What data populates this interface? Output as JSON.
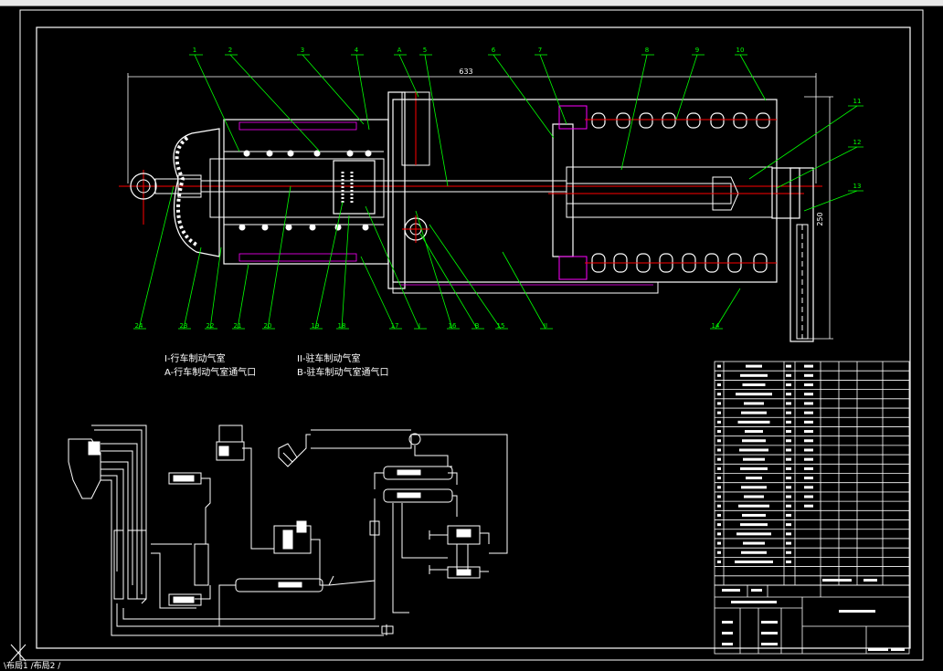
{
  "overall_dimension": "633",
  "height_dimension": "250",
  "part_numbers_top": [
    "1",
    "2",
    "3",
    "4",
    "A",
    "5",
    "6",
    "7",
    "8",
    "9",
    "10"
  ],
  "part_numbers_right": [
    "11",
    "12",
    "13"
  ],
  "part_numbers_bottom": [
    "24",
    "23",
    "22",
    "21",
    "20",
    "19",
    "18",
    "17",
    "I",
    "16",
    "B",
    "15",
    "II",
    "14"
  ],
  "legend": {
    "line1_left": "I-行车制动气室",
    "line1_right": "II-驻车制动气室",
    "line2_left": "A-行车制动气室通气口",
    "line2_right": "B-驻车制动气室通气口"
  },
  "status": {
    "tabs": "\\布局1 /布局2 /"
  },
  "colors": {
    "outline": "#ffffff",
    "leader": "#00ff00",
    "centerline": "#ff0000",
    "hatch": "#ff00ff",
    "background": "#000000"
  }
}
